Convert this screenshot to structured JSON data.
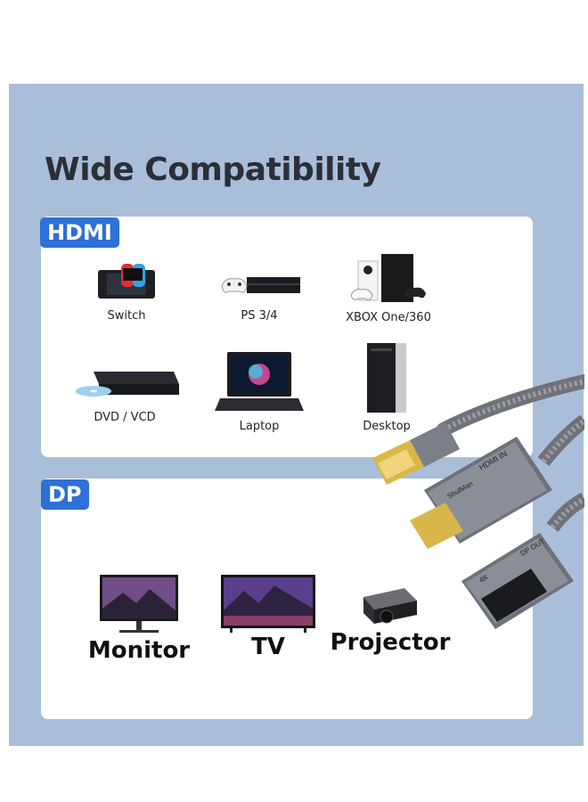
{
  "title": "Wide Compatibility",
  "hdmi": {
    "tag": "HDMI",
    "devices": [
      {
        "label": "Switch",
        "icon": "switch-console-icon"
      },
      {
        "label": "PS 3/4",
        "icon": "playstation-icon"
      },
      {
        "label": "XBOX One/360",
        "icon": "xbox-icon"
      },
      {
        "label": "DVD / VCD",
        "icon": "dvd-player-icon"
      },
      {
        "label": "Laptop",
        "icon": "laptop-icon"
      },
      {
        "label": "Desktop",
        "icon": "desktop-tower-icon"
      }
    ]
  },
  "dp": {
    "tag": "DP",
    "devices": [
      {
        "label": "Monitor",
        "icon": "monitor-icon"
      },
      {
        "label": "TV",
        "icon": "tv-icon"
      },
      {
        "label": "Projector",
        "icon": "projector-icon"
      }
    ]
  },
  "cable": {
    "hdmi_label": "HDMI IN",
    "dp_label": "DP OUT",
    "res_label": "4K",
    "brand": "ShulMan"
  },
  "colors": {
    "panel": "#a9bed9",
    "tag": "#2e6fd8",
    "card": "#ffffff"
  }
}
